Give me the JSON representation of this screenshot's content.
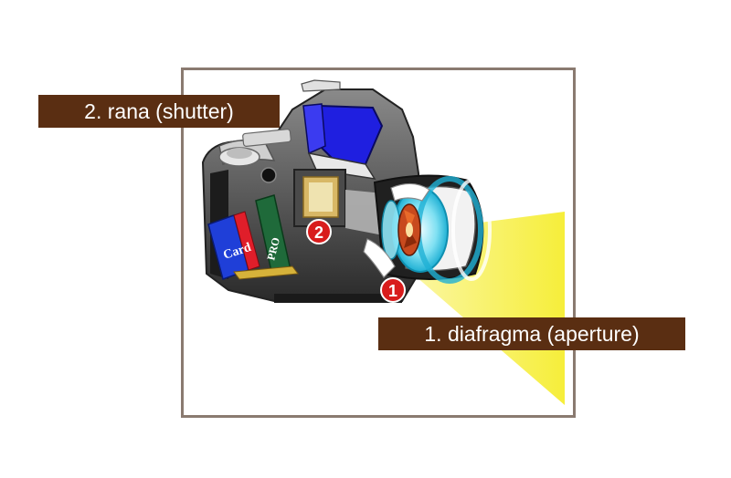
{
  "labels": {
    "shutter": "2.  rana (shutter)",
    "aperture": "1.  diafragma (aperture)"
  },
  "markers": {
    "one": "1",
    "two": "2"
  },
  "card": {
    "brand": "Card",
    "model": "PRO"
  },
  "colors": {
    "label_bg": "#5a2e12",
    "label_text": "#ffffff",
    "frame_border": "#8a7a70",
    "light_beam": "#f6ee3a",
    "mirror_blue": "#1f1fe0",
    "marker_red": "#d81c1c",
    "camera_body": "#3a3a3a"
  }
}
